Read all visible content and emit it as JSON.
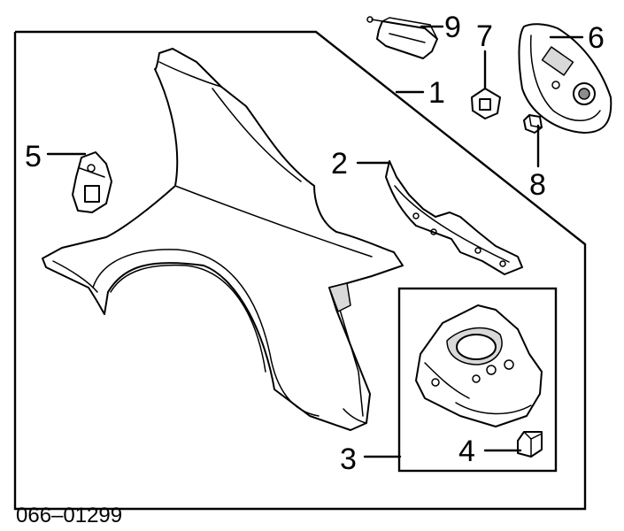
{
  "diagram": {
    "callouts": {
      "c1": "1",
      "c2": "2",
      "c3": "3",
      "c4": "4",
      "c5": "5",
      "c6": "6",
      "c7": "7",
      "c8": "8",
      "c9": "9"
    },
    "code": "066–01299"
  }
}
